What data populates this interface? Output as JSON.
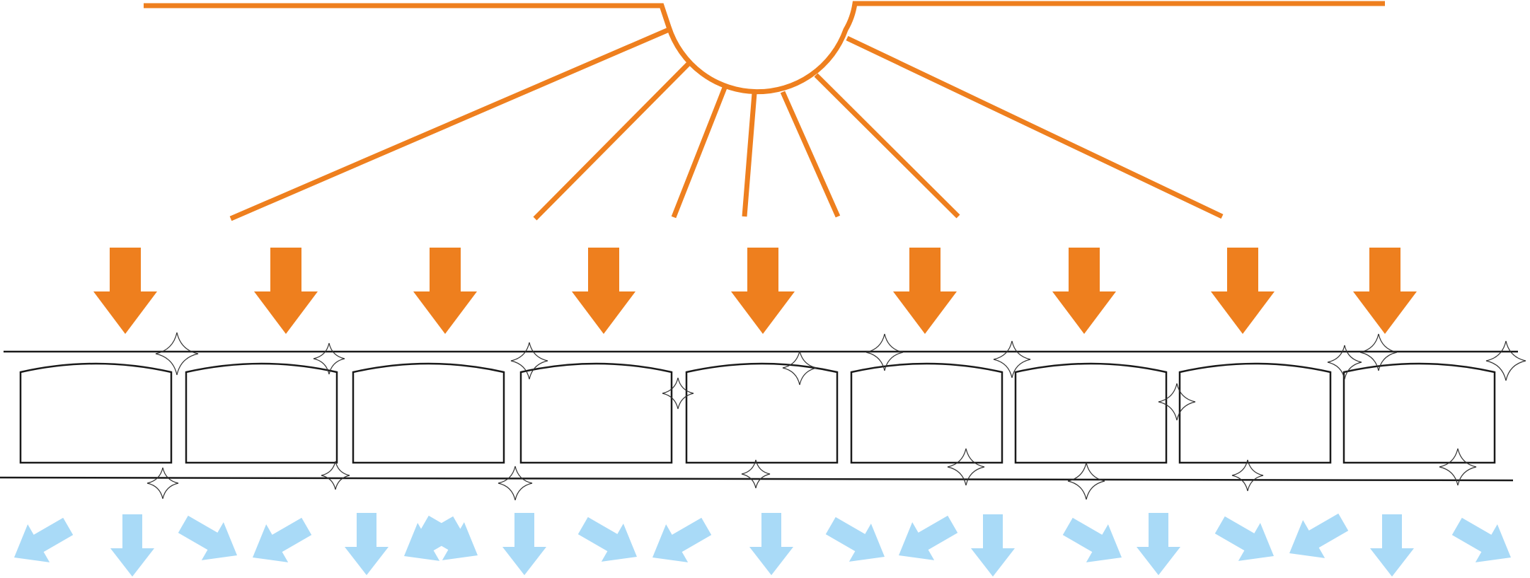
{
  "diagram": {
    "colors": {
      "sun": "#EE7F1E",
      "incoming_arrow": "#EE7F1E",
      "outgoing_arrow": "#A9DAF7",
      "outline": "#1a1a1a",
      "sparkle": "#333333",
      "background": "#ffffff"
    },
    "icons": {
      "source": "sun-icon",
      "incoming": "arrow-down-icon",
      "sparkle": "sparkle-icon",
      "outgoing": "arrow-scatter-icon"
    },
    "incoming_arrow_count": 9,
    "cell_count": 9,
    "outgoing_arrow_count": 20
  }
}
